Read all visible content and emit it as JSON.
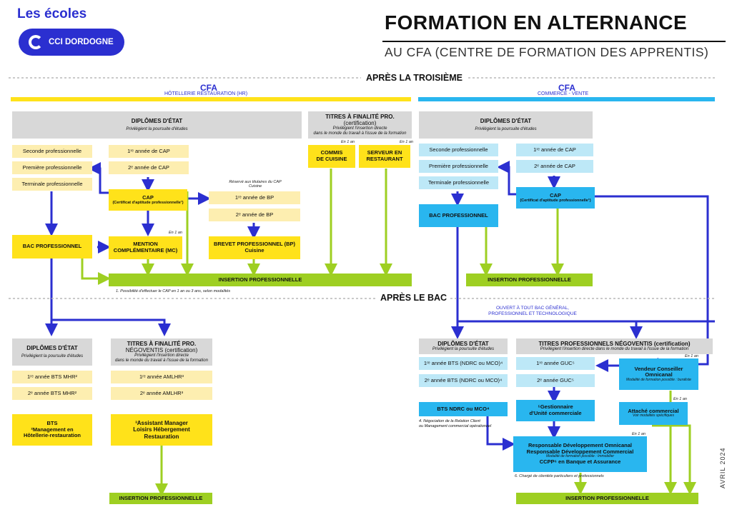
{
  "brand": {
    "schools": "Les écoles",
    "logo_text": "CCI DORDOGNE"
  },
  "header": {
    "title": "FORMATION EN ALTERNANCE",
    "subtitle": "AU CFA (CENTRE DE FORMATION DES APPRENTIS)"
  },
  "sections": {
    "after_3e": "APRÈS LA TROISIÈME",
    "after_bac": "APRÈS LE BAC"
  },
  "hr": {
    "cfa": "CFA",
    "sector": "HÔTELLERIE RESTAURATION (HR)",
    "diplomes": {
      "title": "DIPLÔMES D'ÉTAT",
      "sub": "Privilégient la poursuite d'études"
    },
    "titres": {
      "title": "TITRES À FINALITÉ PRO.",
      "title2": "(certification)",
      "sub": "Privilégient l'insertion directe",
      "sub2": "dans le monde du travail à l'issue de la formation"
    },
    "bac_pro_steps": [
      "Seconde professionnelle",
      "Première professionnelle",
      "Terminale professionnelle"
    ],
    "cap_steps": [
      "1ʳᵉ année de CAP",
      "2ᵉ année de CAP"
    ],
    "cap": "CAP",
    "cap_sub": "(Certificat d'aptitude professionnelle¹)",
    "bp_reserve": "Réservé aux titulaires du CAP Cuisine",
    "bp_steps": [
      "1ʳᵉ année de BP",
      "2ᵉ année de BP"
    ],
    "bp": "BREVET PROFESSIONNEL (BP)",
    "bp2": "Cuisine",
    "bac_pro": "BAC PROFESSIONNEL",
    "mc": "MENTION",
    "mc2": "COMPLÉMENTAIRE (MC)",
    "en1an": "En 1 an",
    "commis": "COMMIS",
    "commis2": "DE CUISINE",
    "serveur": "SERVEUR EN",
    "serveur2": "RESTAURANT",
    "insertion": "INSERTION PROFESSIONNELLE",
    "footnote": "1. Possibilité d'effectuer le CAP en 1 an ou 3 ans, selon modalités"
  },
  "cv": {
    "cfa": "CFA",
    "sector": "COMMERCE - VENTE",
    "diplomes": {
      "title": "DIPLÔMES D'ÉTAT",
      "sub": "Privilégient la poursuite d'études"
    },
    "bac_pro_steps": [
      "Seconde professionnelle",
      "Première professionnelle",
      "Terminale professionnelle"
    ],
    "cap_steps": [
      "1ʳᵉ année de CAP",
      "2ᵉ année de CAP"
    ],
    "cap": "CAP",
    "cap_sub": "(Certificat d'aptitude professionnelle¹)",
    "bac_pro": "BAC PROFESSIONNEL",
    "insertion": "INSERTION PROFESSIONNELLE"
  },
  "bac_hr": {
    "diplomes": {
      "title": "DIPLÔMES D'ÉTAT",
      "sub": "Privilégient la poursuite d'études"
    },
    "titres": {
      "title": "TITRES À FINALITÉ PRO.",
      "title2": "NÉGOVENTIS (certification)",
      "sub": "Privilégient l'insertion directe",
      "sub2": "dans le monde du travail à l'issue de la formation"
    },
    "bts_steps": [
      "1ʳᵉ année BTS MHR²",
      "2ᵉ année BTS MHR²"
    ],
    "bts": "BTS",
    "bts2": "²Management en",
    "bts3": "Hôtellerie-restauration",
    "aml_steps": [
      "1ʳᵉ année AMLHR³",
      "2ᵉ année AMLHR³"
    ],
    "aml": "³Assistant Manager",
    "aml2": "Loisirs Hébergement",
    "aml3": "Restauration",
    "insertion": "INSERTION PROFESSIONNELLE"
  },
  "bac_cv": {
    "open": "OUVERT À TOUT BAC GÉNÉRAL,",
    "open2": "PROFESSIONNEL ET TECHNOLOGIQUE",
    "diplomes": {
      "title": "DIPLÔMES D'ÉTAT",
      "sub": "Privilégient la poursuite d'études"
    },
    "titres": {
      "title": "TITRES PROFESSIONNELS NÉGOVENTIS (certification)",
      "sub": "Privilégient l'insertion directe dans le monde du travail à l'issue de la formation"
    },
    "bts_steps": [
      "1ʳᵉ année BTS (NDRC ou MCO)⁴",
      "2ᵉ année BTS (NDRC ou MCO)⁴"
    ],
    "bts": "BTS NDRC ou MCO⁴",
    "bts_note": "4. Négociation de la Relation Client",
    "bts_note2": "ou Management commercial opérationnel",
    "guc_steps": [
      "1ʳᵉ année GUC⁵",
      "2ᵉ année GUC⁵"
    ],
    "guc": "⁵Gestionnaire",
    "guc2": "d'Unité commerciale",
    "en1an": "En 1 an",
    "vco": "Vendeur Conseiller",
    "vco2": "Omnicanal",
    "vco_sub": "Modalité de formation possible : buraliste",
    "attache": "Attaché commercial",
    "attache_sub": "Voir modalités spécifiques",
    "rdo": "Responsable Développement Omnicanal",
    "rdo2": "Responsable Développement Commercial",
    "rdo_sub": "Modalité de formation possible : Immobilier",
    "rdo3": "CCPP⁶ en Banque et Assurance",
    "rdo_note": "6. Chargé de clientèle particuliers et professionnels",
    "insertion": "INSERTION PROFESSIONNELLE"
  },
  "date": "AVRIL 2024",
  "colors": {
    "navy": "#2b2fd0",
    "yellow": "#ffe21a",
    "pale_yellow": "#fdeeb0",
    "blue": "#29b6ef",
    "pale_blue": "#bde8f7",
    "green": "#9ecf22",
    "grey": "#d8d8d8"
  }
}
